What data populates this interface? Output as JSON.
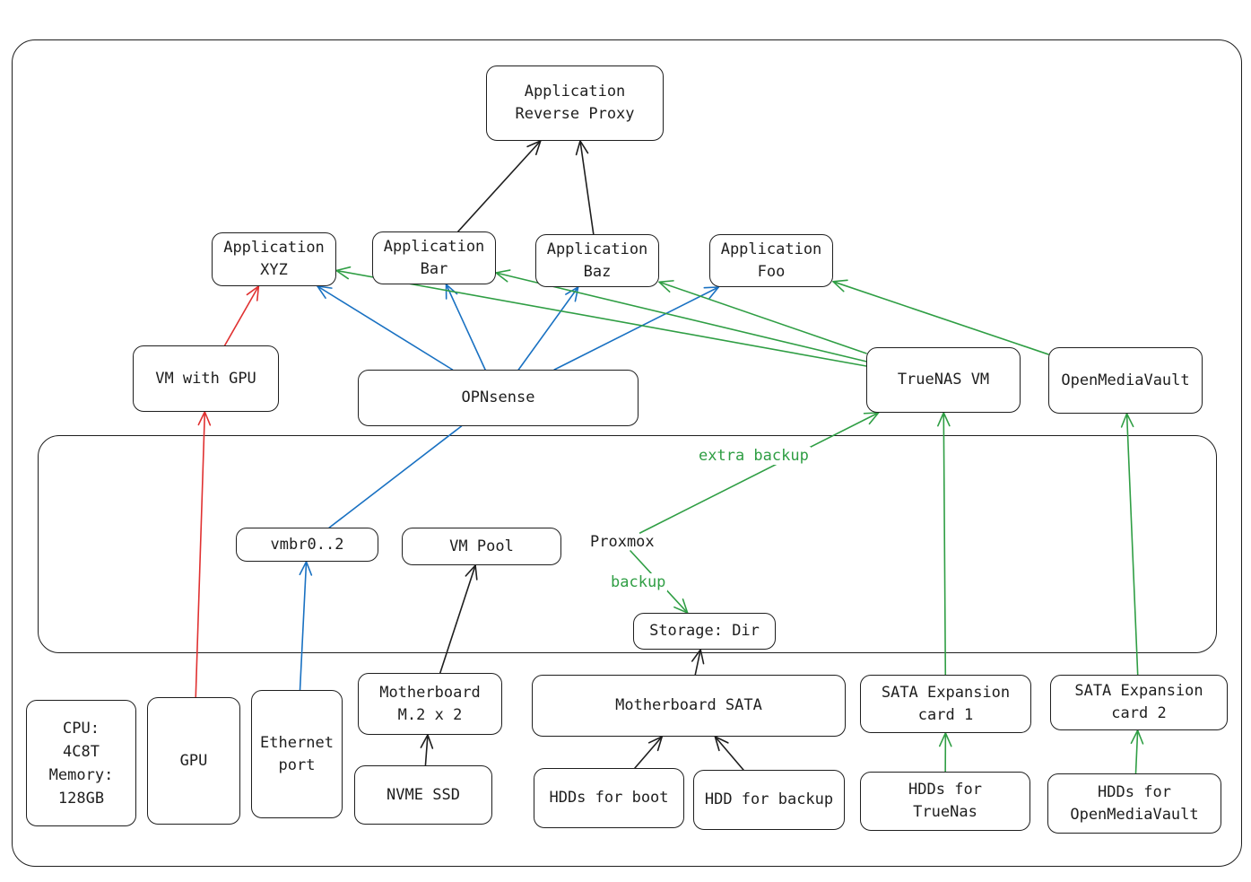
{
  "diagram": {
    "labels": {
      "reverse_proxy": "Application\nReverse Proxy",
      "app_xyz": "Application\nXYZ",
      "app_bar": "Application\nBar",
      "app_baz": "Application\nBaz",
      "app_foo": "Application\nFoo",
      "vm_gpu": "VM with GPU",
      "opnsense": "OPNsense",
      "truenas_vm": "TrueNAS VM",
      "openmediavault": "OpenMediaVault",
      "vmbr": "vmbr0..2",
      "vm_pool": "VM Pool",
      "proxmox": "Proxmox",
      "storage_dir": "Storage: Dir",
      "cpu_memory": "CPU:\n4C8T\nMemory:\n128GB",
      "gpu": "GPU",
      "ethernet": "Ethernet\nport",
      "mb_m2": "Motherboard\nM.2 x 2",
      "nvme": "NVME SSD",
      "mb_sata": "Motherboard SATA",
      "hdd_boot": "HDDs for boot",
      "hdd_backup": "HDD for backup",
      "sata1": "SATA Expansion\ncard 1",
      "sata2": "SATA Expansion\ncard 2",
      "hdd_truenas": "HDDs for\nTrueNas",
      "hdd_omv": "HDDs for\nOpenMediaVault",
      "edge_extra_backup": "extra backup",
      "edge_backup": "backup"
    },
    "colors": {
      "stroke": "#1e1e1e",
      "red": "#e03131",
      "blue": "#1971c2",
      "green": "#2f9e44"
    },
    "edges": [
      {
        "from": "app_bar",
        "to": "reverse_proxy",
        "color": "stroke"
      },
      {
        "from": "app_baz",
        "to": "reverse_proxy",
        "color": "stroke"
      },
      {
        "from": "vm_gpu",
        "to": "app_xyz",
        "color": "red"
      },
      {
        "from": "opnsense",
        "to": "app_xyz",
        "color": "blue"
      },
      {
        "from": "opnsense",
        "to": "app_bar",
        "color": "blue"
      },
      {
        "from": "opnsense",
        "to": "app_baz",
        "color": "blue"
      },
      {
        "from": "opnsense",
        "to": "app_foo",
        "color": "blue"
      },
      {
        "from": "truenas_vm",
        "to": "app_xyz",
        "color": "green"
      },
      {
        "from": "truenas_vm",
        "to": "app_bar",
        "color": "green"
      },
      {
        "from": "truenas_vm",
        "to": "app_baz",
        "color": "green"
      },
      {
        "from": "openmediavault",
        "to": "app_foo",
        "color": "green"
      },
      {
        "from": "gpu",
        "to": "vm_gpu",
        "color": "red"
      },
      {
        "from": "vmbr",
        "to": "opnsense",
        "color": "blue",
        "head": false
      },
      {
        "from": "ethernet",
        "to": "vmbr",
        "color": "blue"
      },
      {
        "from": "mb_m2",
        "to": "vm_pool",
        "color": "stroke"
      },
      {
        "from": "nvme",
        "to": "mb_m2",
        "color": "stroke"
      },
      {
        "from": "mb_sata",
        "to": "storage_dir",
        "color": "stroke"
      },
      {
        "from": "hdd_boot",
        "to": "mb_sata",
        "color": "stroke"
      },
      {
        "from": "hdd_backup",
        "to": "mb_sata",
        "color": "stroke"
      },
      {
        "from": "sata1",
        "to": "truenas_vm",
        "color": "green"
      },
      {
        "from": "sata2",
        "to": "openmediavault",
        "color": "green"
      },
      {
        "from": "hdd_truenas",
        "to": "sata1",
        "color": "green"
      },
      {
        "from": "hdd_omv",
        "to": "sata2",
        "color": "green"
      },
      {
        "from": "proxmox",
        "to": "storage_dir",
        "color": "green",
        "label": "edge_backup"
      },
      {
        "from": "proxmox",
        "to": "truenas_vm",
        "color": "green",
        "label": "edge_extra_backup"
      }
    ]
  }
}
